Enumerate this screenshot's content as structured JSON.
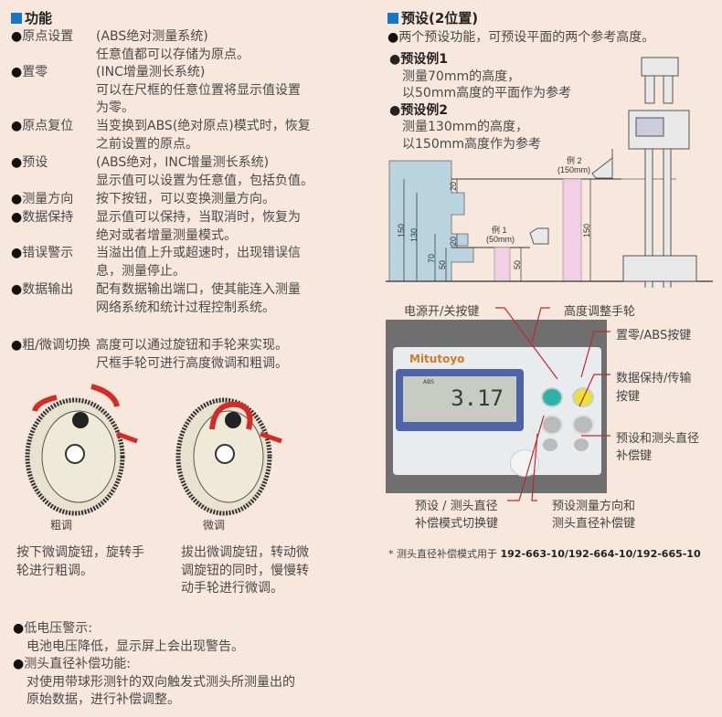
{
  "left": {
    "title": "功能",
    "features": [
      {
        "label": "原点设置",
        "lines": [
          "(ABS绝对测量系统)",
          "任意值都可以存储为原点。"
        ]
      },
      {
        "label": "置零",
        "lines": [
          "(INC增量测长系统)",
          "可以在尺框的任意位置将显示值设置",
          "为零。"
        ]
      },
      {
        "label": "原点复位",
        "lines": [
          "当变换到ABS(绝对原点)模式时，恢复",
          "之前设置的原点。"
        ]
      },
      {
        "label": "预设",
        "lines": [
          "(ABS绝对，INC增量测长系统)",
          "显示值可以设置为任意值，包括负值。"
        ]
      },
      {
        "label": "测量方向",
        "lines": [
          "按下按钮，可以变换测量方向。"
        ]
      },
      {
        "label": "数据保持",
        "lines": [
          "显示值可以保持，当取消时，恢复为",
          "绝对或者增量测量模式。"
        ]
      },
      {
        "label": "错误警示",
        "lines": [
          "当溢出值上升或超速时，出现错误信",
          "息，测量停止。"
        ]
      },
      {
        "label": "数据输出",
        "lines": [
          "配有数据输出端口，使其能连入测量",
          "网络系统和统计过程控制系统。"
        ]
      },
      {
        "label": "粗/微调切换",
        "lines": [
          "高度可以通过旋钮和手轮来实现。",
          "尺框手轮可进行高度微调和粗调。"
        ]
      }
    ],
    "wheels": [
      {
        "caption": "粗调",
        "desc": [
          "按下微调旋钮，旋转手",
          "轮进行粗调。"
        ]
      },
      {
        "caption": "微调",
        "desc": [
          "拔出微调旋钮，转动微",
          "调旋钮的同时，慢慢转",
          "动手轮进行微调。"
        ]
      }
    ],
    "extra": [
      {
        "label": "低电压警示:",
        "desc": [
          "电池电压降低，显示屏上会出现警告。"
        ]
      },
      {
        "label": "测头直径补偿功能:",
        "desc": [
          "对使用带球形测针的双向触发式测头所测量出的",
          "原始数据，进行补偿调整。"
        ]
      }
    ]
  },
  "right": {
    "title": "预设(2位置)",
    "intro": "两个预设功能，可预设平面的两个参考高度。",
    "examples": [
      {
        "title": "预设例1",
        "lines": [
          "测量70mm的高度，",
          "以50mm高度的平面作为参考"
        ]
      },
      {
        "title": "预设例2",
        "lines": [
          "测量130mm的高度，",
          "以150mm高度作为参考"
        ]
      }
    ],
    "diagram": {
      "dims": [
        "150",
        "130",
        "20",
        "20",
        "70",
        "50",
        "50",
        "150"
      ],
      "ex1": [
        "例 1",
        "(50mm)"
      ],
      "ex2": [
        "例 2",
        "(150mm)"
      ],
      "fill_block": "#b9d4df",
      "fill_pink": "#f3cfe3"
    },
    "photo": {
      "brand": "Mitutoyo",
      "display_value": "3.17",
      "display_mode": "ABS",
      "callouts": [
        "电源开/关按键",
        "高度调整手轮",
        "置零/ABS按键",
        "数据保持/传输",
        "按键",
        "预设和测头直径",
        "补偿键",
        "预设 / 测头直径",
        "补偿模式切换键",
        "预设测量方向和",
        "测头直径补偿键"
      ],
      "callout_color": "#c0282d",
      "button_colors": {
        "power": "#2bb3a8",
        "zero": "#e8e23a"
      }
    },
    "footnote": {
      "text": "* 测头直径补偿模式用于 ",
      "models": "192-663-10/192-664-10/192-665-10"
    }
  },
  "accent": "#1577c8"
}
